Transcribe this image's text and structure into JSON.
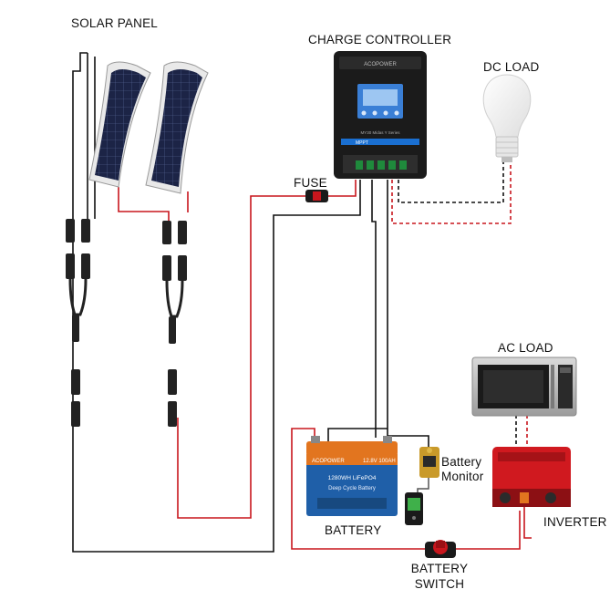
{
  "labels": {
    "solar_panel": "SOLAR PANEL",
    "charge_controller": "CHARGE CONTROLLER",
    "dc_load": "DC LOAD",
    "fuse": "FUSE",
    "ac_load": "AC LOAD",
    "battery_monitor_line1": "Battery",
    "battery_monitor_line2": "Monitor",
    "battery": "BATTERY",
    "inverter": "INVERTER",
    "battery_switch_line1": "BATTERY",
    "battery_switch_line2": "SWITCH"
  },
  "device_text": {
    "controller_brand": "ACOPOWER",
    "controller_series": "MY30 Midas Y Series",
    "controller_type": "MPPT",
    "battery_brand": "ACOPOWER",
    "battery_spec": "12.8V 100AH",
    "battery_energy": "1280WH LiFePO4",
    "battery_type": "Deep Cycle Battery"
  },
  "colors": {
    "positive_wire": "#c8161d",
    "negative_wire": "#111111",
    "panel_cells": "#1c2446",
    "controller_body": "#1b1b1b",
    "controller_screen": "#3a7fd6",
    "battery_body": "#1f5fa8",
    "battery_top": "#e2751f",
    "inverter_body": "#d0191f",
    "microwave_body": "#b8b8b8"
  }
}
